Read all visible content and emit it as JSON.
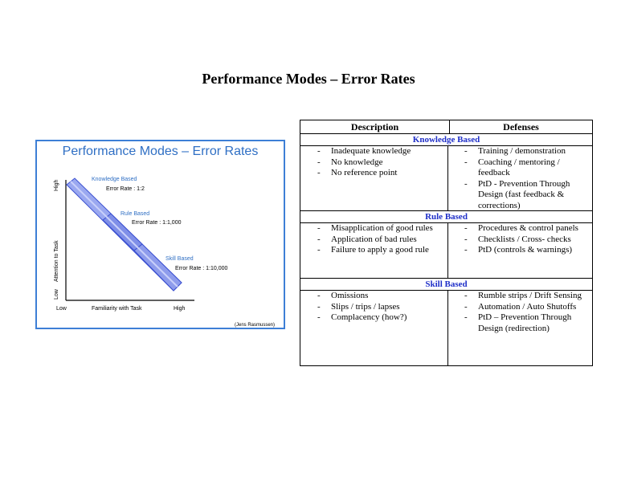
{
  "page": {
    "title": "Performance Modes – Error Rates"
  },
  "figure": {
    "title": "Performance Modes – Error Rates",
    "y_high": "High",
    "y_low": "Low",
    "y_axis_label": "Attention to Task",
    "x_low": "Low",
    "x_axis_label": "Familiarity with Task",
    "x_high": "High",
    "credit": "(Jens Rasmussen)",
    "modes": [
      {
        "name": "Knowledge Based",
        "error_rate": "Error Rate : 1:2"
      },
      {
        "name": "Rule Based",
        "error_rate": "Error Rate : 1:1,000"
      },
      {
        "name": "Skill Based",
        "error_rate": "Error Rate : 1:10,000"
      }
    ]
  },
  "table": {
    "headers": [
      "Description",
      "Defenses"
    ],
    "sections": [
      {
        "title": "Knowledge Based",
        "description": [
          "Inadequate knowledge",
          "No knowledge",
          "No reference point"
        ],
        "defenses": [
          "Training / demonstration",
          "Coaching / mentoring / feedback",
          "PtD - Prevention Through Design (fast feedback & corrections)"
        ]
      },
      {
        "title": "Rule Based",
        "description": [
          "Misapplication of good rules",
          "Application of bad rules",
          "Failure to apply a good rule"
        ],
        "defenses": [
          "Procedures & control panels",
          "Checklists / Cross- checks",
          "PtD (controls & warnings)"
        ]
      },
      {
        "title": "Skill Based",
        "description": [
          "Omissions",
          "Slips / trips / lapses",
          "Complacency (how?)"
        ],
        "defenses": [
          "Rumble strips / Drift Sensing",
          "Automation / Auto Shutoffs",
          "PtD – Prevention Through Design (redirection)"
        ]
      }
    ]
  },
  "colors": {
    "figure_border": "#3d7fd6",
    "figure_title": "#2f6fc4",
    "mode_label": "#2f6fc4",
    "section_title": "#1f2fc8",
    "band_fill": "#9aa8f0",
    "band_edge": "#3a4fd0"
  }
}
